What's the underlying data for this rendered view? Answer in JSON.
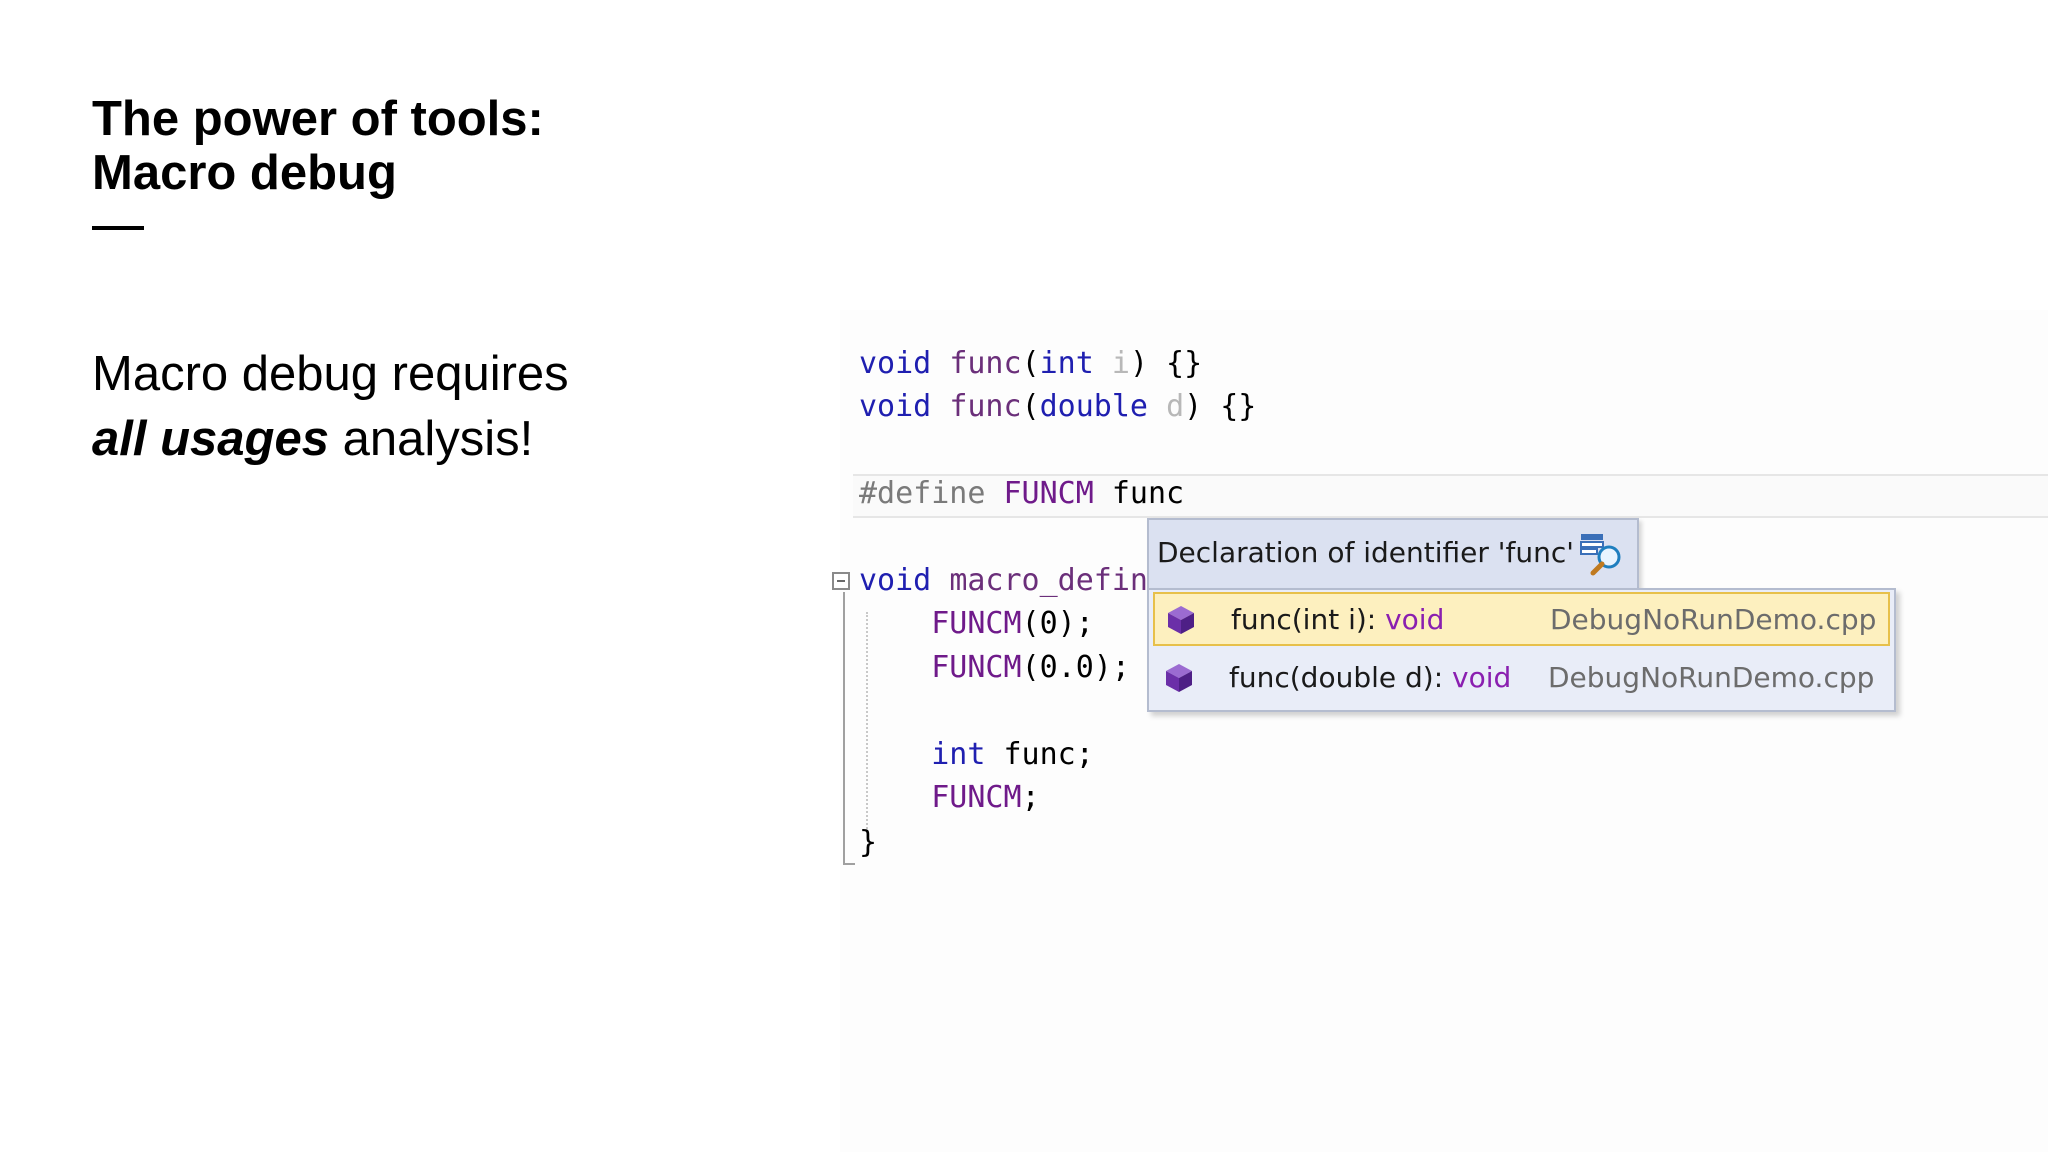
{
  "slide": {
    "title_line1": "The power of tools:",
    "title_line2": "Macro debug",
    "body_line1": "Macro debug requires",
    "body_emphasis": "all usages",
    "body_rest": " analysis!"
  },
  "code": {
    "line1": {
      "kw1": "void",
      "fn": "func",
      "p1": "(",
      "kw2": "int",
      "p2": " ",
      "param": "i",
      "rest": ") {}"
    },
    "line2": {
      "kw1": "void",
      "fn": "func",
      "p1": "(",
      "kw2": "double",
      "p2": " ",
      "param": "d",
      "rest": ") {}"
    },
    "line3": {
      "pp": "#define",
      "macro": "FUNCM",
      "rest": " func"
    },
    "line4": {
      "kw": "void",
      "fn": "macro_defin"
    },
    "line5": {
      "macro": "FUNCM",
      "rest": "(0);"
    },
    "line6": {
      "macro": "FUNCM",
      "rest": "(0.0);"
    },
    "line7": {
      "kw": "int",
      "rest": " func;"
    },
    "line8": {
      "macro": "FUNCM",
      "rest": ";"
    },
    "line9": "}"
  },
  "tooltip": {
    "header": "Declaration of identifier 'func'",
    "header_icon": "find-symbol-icon",
    "items": [
      {
        "name": "func(int i): ",
        "ret": "void",
        "file": "DebugNoRunDemo.cpp",
        "selected": true,
        "icon": "method-cube-icon"
      },
      {
        "name": "func(double d): ",
        "ret": "void",
        "file": "DebugNoRunDemo.cpp",
        "selected": false,
        "icon": "method-cube-icon"
      }
    ]
  },
  "colors": {
    "keyword": "#1f1fb0",
    "macro": "#6f1a8a",
    "return_type": "#8a1fb0",
    "selection_bg": "#fdf0bf",
    "tooltip_bg": "#e9edf8"
  }
}
